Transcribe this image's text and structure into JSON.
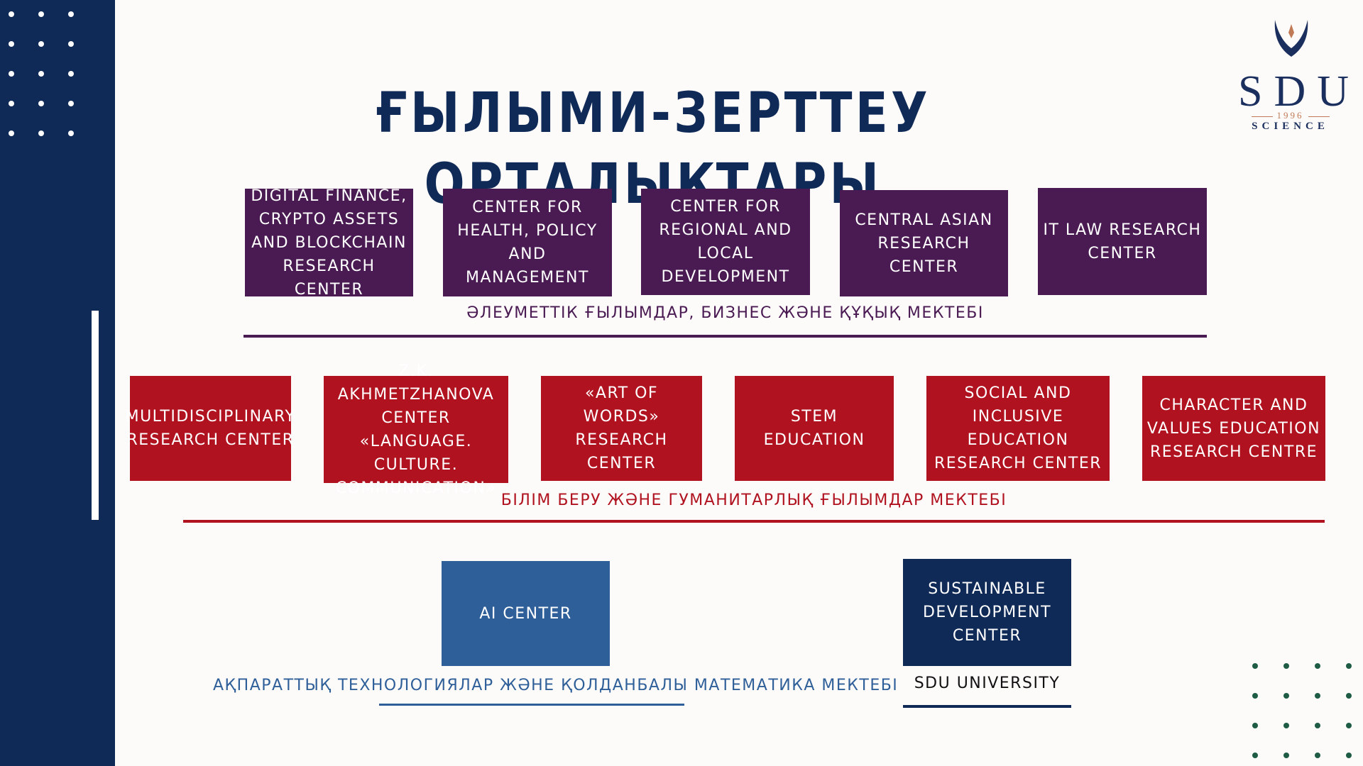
{
  "title": "ҒЫЛЫМИ-ЗЕРТТЕУ ОРТАЛЫҚТАРЫ",
  "logo": {
    "name": "SDU",
    "year": "1996",
    "subtitle": "SCIENCE"
  },
  "colors": {
    "navy": "#0f2a57",
    "purple": "#4a1a52",
    "red": "#b0131f",
    "blue": "#2f5f99",
    "dots": "#1e5c46"
  },
  "group_social": {
    "school": "ӘЛЕУМЕТТІК ҒЫЛЫМДАР, БИЗНЕС ЖӘНЕ ҚҰҚЫҚ МЕКТЕБІ",
    "centers": [
      "DIGITAL FINANCE, CRYPTO ASSETS AND BLOCKCHAIN RESEARCH CENTER",
      "CENTER FOR HEALTH, POLICY AND MANAGEMENT",
      "CENTER FOR REGIONAL AND LOCAL DEVELOPMENT",
      "CENTRAL ASIAN RESEARCH CENTER",
      "IT LAW RESEARCH CENTER"
    ]
  },
  "group_education": {
    "school": "БІЛІМ БЕРУ ЖӘНЕ ГУМАНИТАРЛЫҚ ҒЫЛЫМДАР МЕКТЕБІ",
    "centers": [
      "MULTIDISCIPLINARY RESEARCH CENTER",
      "Z.K. AKHMETZHANOVA CENTER «LANGUAGE. CULTURE. COMMUNICATION»",
      "«ART OF WORDS» RESEARCH CENTER",
      "STEM EDUCATION",
      "SOCIAL AND INCLUSIVE EDUCATION RESEARCH CENTER",
      "CHARACTER AND VALUES EDUCATION RESEARCH CENTRE"
    ]
  },
  "group_it": {
    "school": "АҚПАРАТТЫҚ ТЕХНОЛОГИЯЛАР ЖӘНЕ ҚОЛДАНБАЛЫ МАТЕМАТИКА МЕКТЕБІ",
    "centers": [
      "AI CENTER"
    ]
  },
  "group_university": {
    "school": "SDU UNIVERSITY",
    "centers": [
      "SUSTAINABLE DEVELOPMENT CENTER"
    ]
  }
}
